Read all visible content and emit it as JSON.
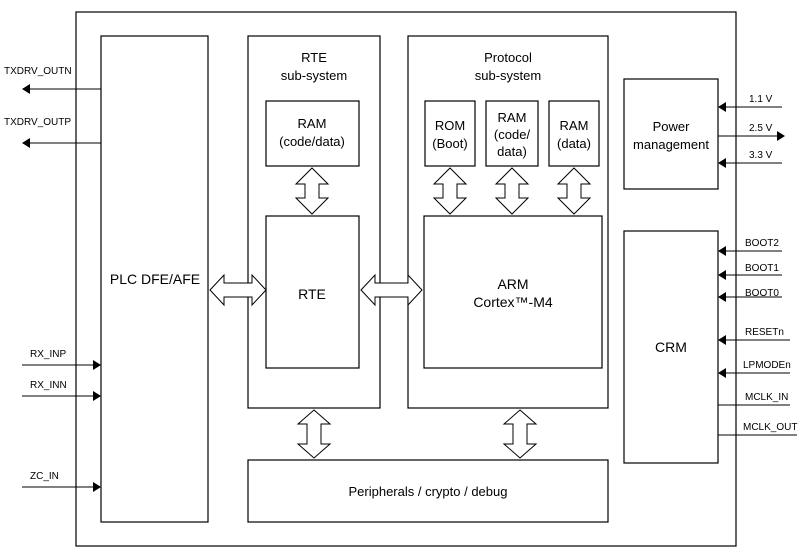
{
  "blocks": {
    "plc": "PLC DFE/AFE",
    "rte_title_1": "RTE",
    "rte_title_2": "sub-system",
    "rte_ram_1": "RAM",
    "rte_ram_2": "(code/data)",
    "rte_core": "RTE",
    "proto_title_1": "Protocol",
    "proto_title_2": "sub-system",
    "rom_1": "ROM",
    "rom_2": "(Boot)",
    "ram_code_1": "RAM",
    "ram_code_2": "(code/",
    "ram_code_3": "data)",
    "ram_data_1": "RAM",
    "ram_data_2": "(data)",
    "arm_1": "ARM",
    "arm_2": "Cortex™-M4",
    "power_1": "Power",
    "power_2": "management",
    "crm": "CRM",
    "peripherals": "Peripherals / crypto / debug"
  },
  "left_pins": {
    "txdrv_outn": "TXDRV_OUTN",
    "txdrv_outp": "TXDRV_OUTP",
    "rx_inp": "RX_INP",
    "rx_inn": "RX_INN",
    "zc_in": "ZC_IN"
  },
  "power_pins": {
    "v11": "1.1 V",
    "v25": "2.5 V",
    "v33": "3.3 V"
  },
  "crm_pins": {
    "boot2": "BOOT2",
    "boot1": "BOOT1",
    "boot0": "BOOT0",
    "resetn": "RESETn",
    "lpmoden": "LPMODEn",
    "mclk_in": "MCLK_IN",
    "mclk_out": "MCLK_OUT"
  }
}
